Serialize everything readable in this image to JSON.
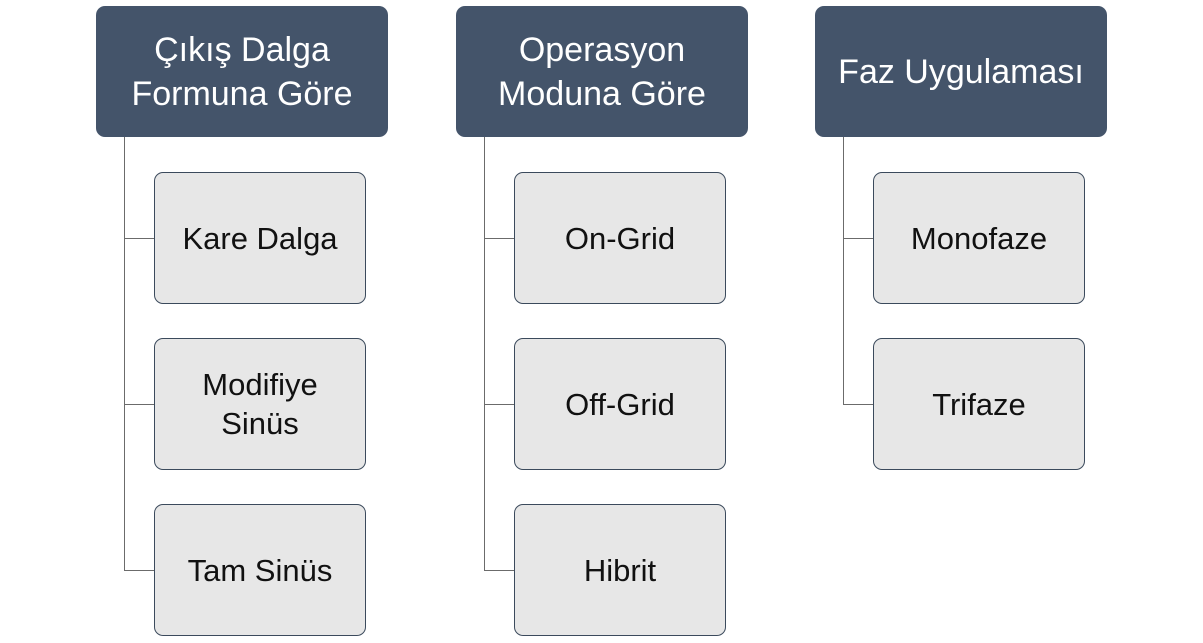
{
  "diagram": {
    "categories": [
      {
        "title": "Çıkış Dalga Formuna Göre",
        "items": [
          "Kare Dalga",
          "Modifiye Sinüs",
          "Tam Sinüs"
        ]
      },
      {
        "title": "Operasyon Moduna Göre",
        "items": [
          "On-Grid",
          "Off-Grid",
          "Hibrit"
        ]
      },
      {
        "title": "Faz Uygulaması",
        "items": [
          "Monofaze",
          "Trifaze"
        ]
      }
    ],
    "colors": {
      "header_fill": "#44546a",
      "header_text": "#ffffff",
      "child_fill": "#e7e7e7",
      "child_border": "#3b4a5c",
      "connector": "#6b6b6b"
    }
  }
}
